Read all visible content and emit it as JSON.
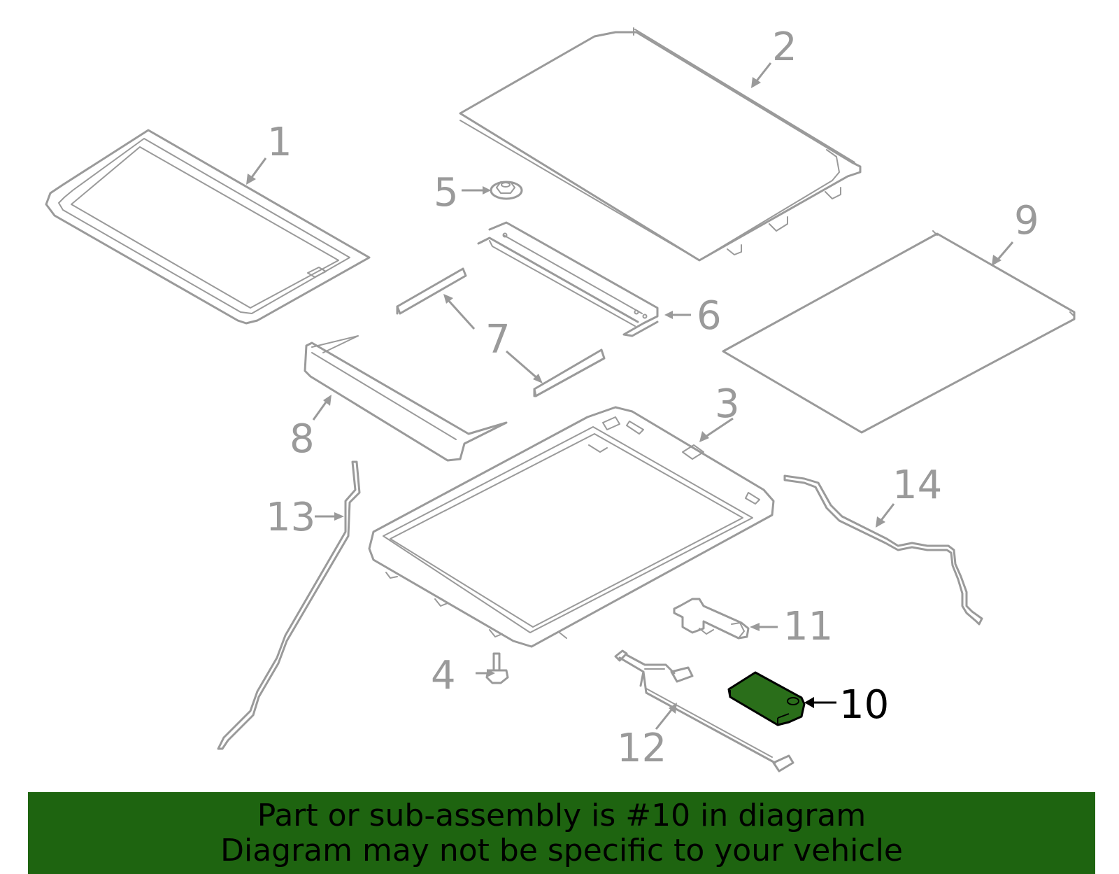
{
  "callouts": {
    "c1": "1",
    "c2": "2",
    "c3": "3",
    "c4": "4",
    "c5": "5",
    "c6": "6",
    "c7": "7",
    "c8": "8",
    "c9": "9",
    "c10": "10",
    "c11": "11",
    "c12": "12",
    "c13": "13",
    "c14": "14"
  },
  "highlight": {
    "part": "10",
    "fill_color": "#2a6e1a",
    "banner_color": "#1e6410"
  },
  "banner": {
    "line1": "Part or sub-assembly is #10 in diagram",
    "line2": "Diagram may not be specific to your vehicle"
  }
}
